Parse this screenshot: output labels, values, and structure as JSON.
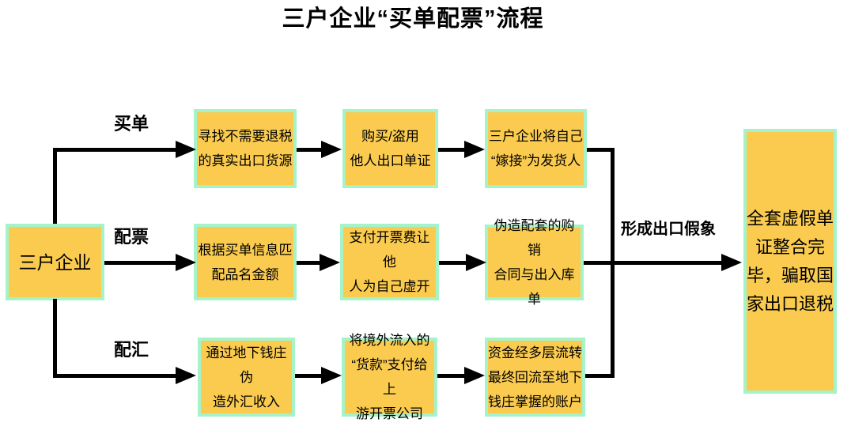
{
  "title": "三户企业“买单配票”流程",
  "source": {
    "label": "三户企业"
  },
  "branches": [
    {
      "label": "买单",
      "steps": [
        "寻找不需要退税\n的真实出口货源",
        "购买/盗用\n他人出口单证",
        "三户企业将自己\n“嫁接”为发货人"
      ]
    },
    {
      "label": "配票",
      "steps": [
        "根据买单信息匹\n配品名金额",
        "支付开票费让他\n人为自己虚开",
        "伪造配套的购销\n合同与出入库单"
      ]
    },
    {
      "label": "配汇",
      "steps": [
        "通过地下钱庄伪\n造外汇收入",
        "将境外流入的\n“货款”支付给上\n游开票公司",
        "资金经多层流转\n最终回流至地下\n钱庄掌握的账户"
      ]
    }
  ],
  "converge_label": "形成出口假象",
  "result": {
    "label": "全套虚假单\n证整合完\n毕，骗取国\n家出口退税"
  },
  "colors": {
    "box_fill": "#FACB4F",
    "box_border": "#A6F2C9",
    "line": "#000000",
    "text": "#000000",
    "background": "#FFFFFF"
  }
}
